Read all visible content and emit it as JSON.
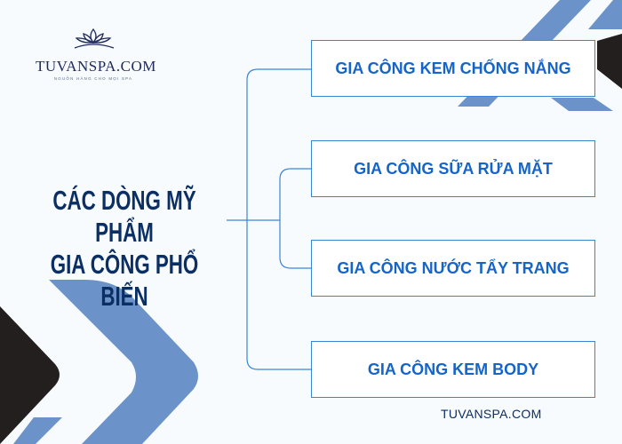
{
  "logo": {
    "name": "TUVANSPA.COM",
    "tagline": "NGUỒN HÀNG CHO MỌI SPA"
  },
  "title": {
    "line1": "CÁC DÒNG MỸ PHẨM",
    "line2": "GIA CÔNG PHỔ BIẾN"
  },
  "items": [
    {
      "label": "GIA CÔNG KEM CHỐNG NẮNG"
    },
    {
      "label": "GIA CÔNG SỮA RỬA MẶT"
    },
    {
      "label": "GIA CÔNG NƯỚC TẨY TRANG"
    },
    {
      "label": "GIA CÔNG KEM BODY"
    }
  ],
  "footer": "TUVANSPA.COM",
  "colors": {
    "navy": "#0b2e63",
    "accent": "#1565c8",
    "shape_blue": "#6b93c9",
    "shape_dark": "#221f1e"
  }
}
